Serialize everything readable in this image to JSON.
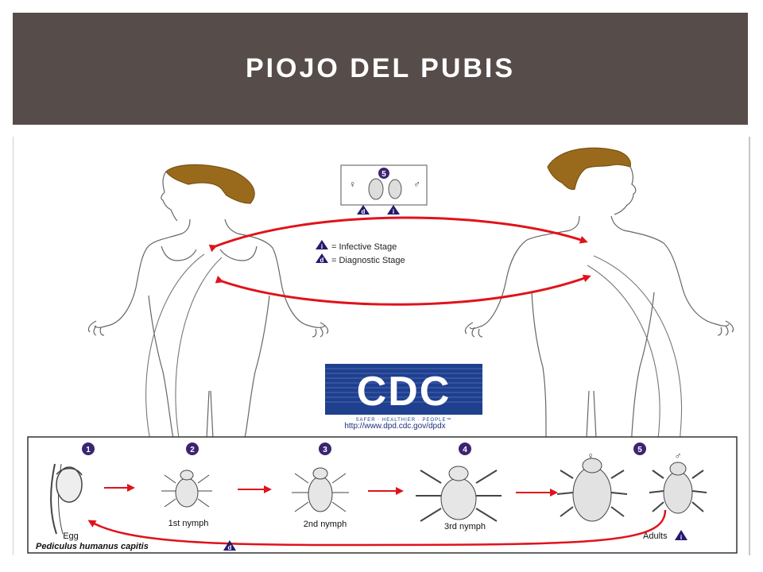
{
  "slide": {
    "title": "PIOJO DEL PUBIS"
  },
  "legend": {
    "badge_number": "5",
    "female_symbol": "♀",
    "male_symbol": "♂",
    "badge_d": "d",
    "badge_i": "i",
    "infective_key": "i",
    "infective_label": "= Infective Stage",
    "diagnostic_key": "d",
    "diagnostic_label": "= Diagnostic Stage"
  },
  "logo": {
    "text": "CDC",
    "tagline": "SAFER · HEALTHIER · PEOPLE™",
    "url": "http://www.dpd.cdc.gov/dpdx"
  },
  "life_cycle": {
    "stages": [
      {
        "number": "1",
        "label": "Egg"
      },
      {
        "number": "2",
        "label": "1st nymph"
      },
      {
        "number": "3",
        "label": "2nd nymph"
      },
      {
        "number": "4",
        "label": "3rd nymph"
      },
      {
        "number": "5",
        "label": "Adults"
      }
    ],
    "adult_female_symbol": "♀",
    "adult_male_symbol": "♂",
    "adults_badge": "i",
    "species": "Pediculus humanus capitis",
    "species_badge": "d"
  },
  "colors": {
    "title_bar": "#564c49",
    "arrow_red": "#e0121b",
    "badge_navy": "#241a6e",
    "badge_purple": "#3b2470",
    "hair_brown": "#9a6a1c",
    "cdc_blue": "#1f3f8f"
  }
}
